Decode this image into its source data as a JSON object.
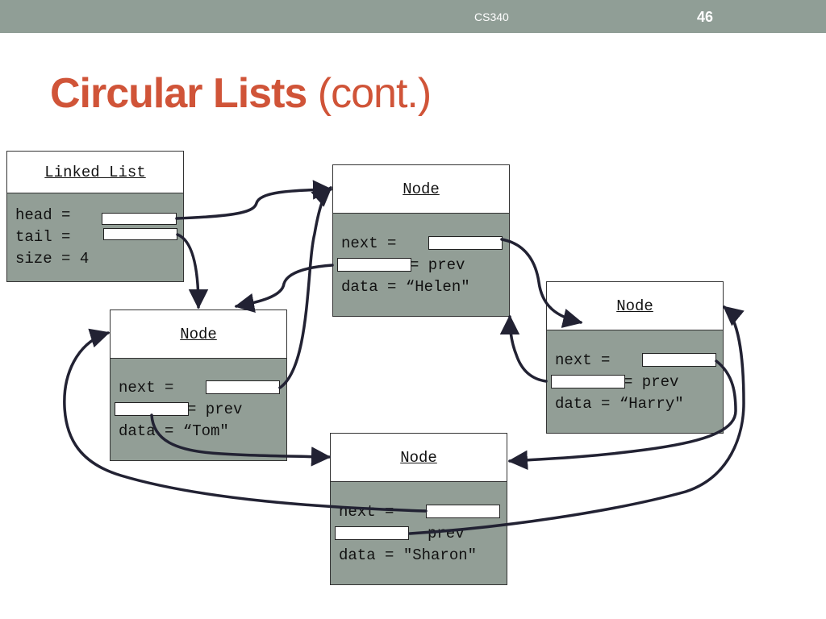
{
  "header": {
    "course": "CS340",
    "page_number": "46"
  },
  "slide_title": {
    "main": "Circular Lists",
    "sub": "(cont.)"
  },
  "linked_list": {
    "title": "Linked List",
    "head_label": "head =",
    "tail_label": "tail =",
    "size_label": "size = 4"
  },
  "nodes": {
    "helen": {
      "title": "Node",
      "next_label": "next =",
      "prev_label": "= prev",
      "data_label": "data = “Helen\""
    },
    "tom": {
      "title": "Node",
      "next_label": "next =",
      "prev_label": "= prev",
      "data_label": "data = “Tom\""
    },
    "harry": {
      "title": "Node",
      "next_label": "next =",
      "prev_label": "= prev",
      "data_label": "data = “Harry\""
    },
    "sharon": {
      "title": "Node",
      "next_label": "next =",
      "prev_label": "prev",
      "data_label": "data = \"Sharon\""
    }
  },
  "colors": {
    "topbar": "#909e96",
    "title": "#d05438",
    "node_body": "#929e96",
    "arrow": "#222233"
  }
}
